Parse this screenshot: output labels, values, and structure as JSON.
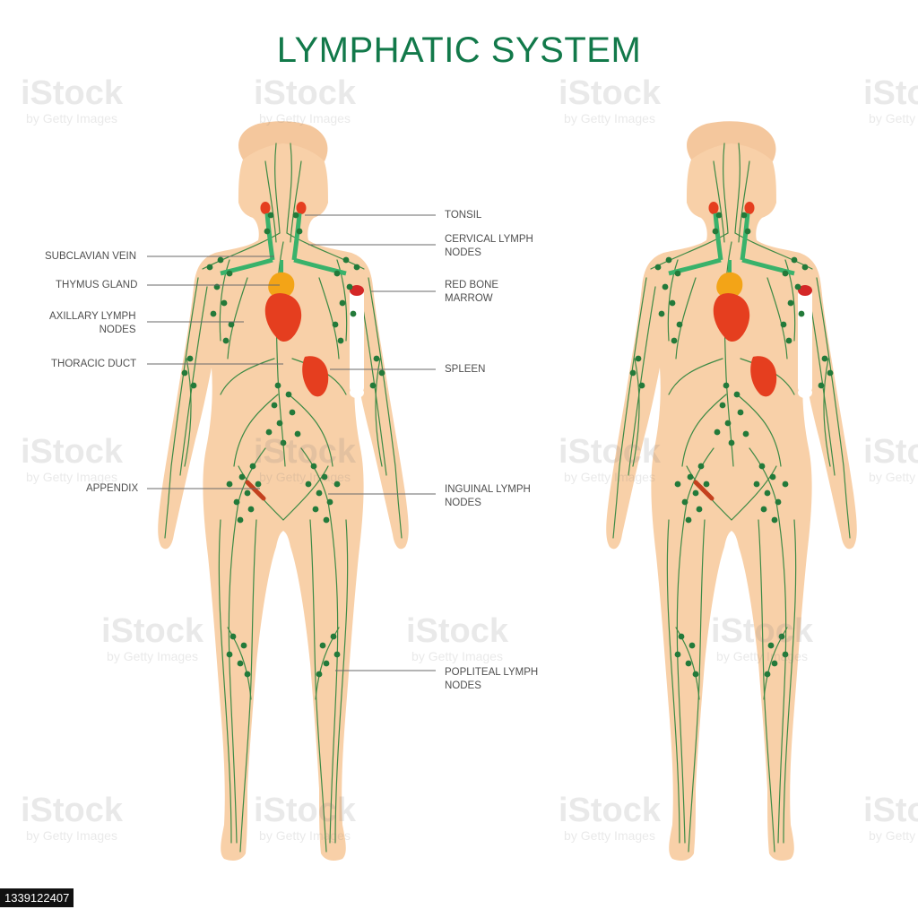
{
  "title": "LYMPHATIC SYSTEM",
  "labels_left": [
    {
      "id": "subclavian-vein",
      "text": "SUBCLAVIAN VEIN"
    },
    {
      "id": "thymus-gland",
      "text": "THYMUS GLAND"
    },
    {
      "id": "axillary-lymph-nodes",
      "text": "AXILLARY LYMPH\nNODES"
    },
    {
      "id": "thoracic-duct",
      "text": "THORACIC DUCT"
    },
    {
      "id": "appendix",
      "text": "APPENDIX"
    }
  ],
  "labels_right": [
    {
      "id": "tonsil",
      "text": "TONSIL"
    },
    {
      "id": "cervical-lymph-nodes",
      "text": "CERVICAL LYMPH\nNODES"
    },
    {
      "id": "red-bone-marrow",
      "text": "RED BONE\nMARROW"
    },
    {
      "id": "spleen",
      "text": "SPLEEN"
    },
    {
      "id": "inguinal-lymph-nodes",
      "text": "INGUINAL LYMPH\nNODES"
    },
    {
      "id": "popliteal-lymph-nodes",
      "text": "POPLITEAL LYMPH\nNODES"
    }
  ],
  "watermark": {
    "brand": "iStock",
    "credit": "by Getty Images"
  },
  "stock_id": "1339122407",
  "colors": {
    "title": "#12794a",
    "skin": "#f8d0a8",
    "lymph": "#2e7d3e",
    "node": "#237a3a",
    "organ_red": "#e53e1f",
    "thymus": "#f3a417",
    "marrow": "#d42727",
    "leader": "#6a6a6a"
  }
}
